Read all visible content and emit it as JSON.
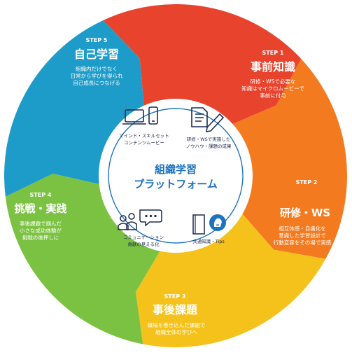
{
  "steps": [
    {
      "label": "STEP 1",
      "title": "事前知識",
      "lines": [
        "研修・WSで必要な",
        "知識はマイクロムービーで",
        "事前に付与"
      ],
      "color": "#f47a20"
    },
    {
      "label": "STEP 2",
      "title": "研修・WS",
      "lines": [
        "相互体感・自識化を",
        "意識した学習設計で",
        "行動変容をその場で実感"
      ],
      "color": "#f4c21b"
    },
    {
      "label": "STEP 3",
      "title": "事後課題",
      "lines": [
        "職場を巻き込んだ課題で",
        "組織全体の学びへ"
      ],
      "color": "#7cc242"
    },
    {
      "label": "STEP 4",
      "title": "挑戦・実践",
      "lines": [
        "事後課題で掴んだ",
        "小さな成功体験が",
        "挑戦の後押しに"
      ],
      "color": "#1e9cc9"
    },
    {
      "label": "STEP 5",
      "title": "自己学習",
      "lines": [
        "組織内だけでなく",
        "日常から学びを得られ",
        "自己成長につなげる"
      ],
      "color": "#e8432d"
    }
  ],
  "center": {
    "title_lines": [
      "組織学習",
      "プラットフォーム"
    ],
    "features": [
      {
        "lines": [
          "マインド・スキルセット",
          "コンテンツムービー"
        ],
        "icon": "devices-icon"
      },
      {
        "lines": [
          "研修・WSで実施した",
          "ノウハウ・課題の成果"
        ],
        "icon": "document-pen-icon"
      },
      {
        "lines": [
          "コミュニケーション",
          "貢献の見える化"
        ],
        "icon": "people-chat-icon"
      },
      {
        "lines": [
          "共通知識・Tips"
        ],
        "icon": "book-bulb-icon"
      }
    ]
  },
  "colors": {
    "ring_gap": "#ffffff",
    "text_dark": "#1f2a4d",
    "accent_blue": "#1e73be",
    "center_circle": "#ffffff"
  }
}
